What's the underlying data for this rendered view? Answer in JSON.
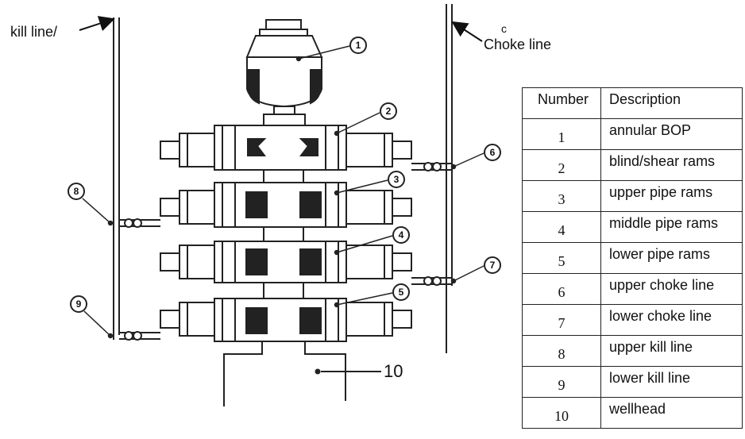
{
  "labels": {
    "kill_line": "kill line/",
    "choke_c": "c",
    "choke_line": "Choke line",
    "wellhead_number": "10"
  },
  "callouts": [
    "1",
    "2",
    "3",
    "4",
    "5",
    "6",
    "7",
    "8",
    "9"
  ],
  "legend": {
    "headers": {
      "number": "Number",
      "description": "Description"
    },
    "rows": [
      {
        "number": "1",
        "description": "annular BOP"
      },
      {
        "number": "2",
        "description": "blind/shear rams"
      },
      {
        "number": "3",
        "description": "upper pipe rams"
      },
      {
        "number": "4",
        "description": "middle pipe rams"
      },
      {
        "number": "5",
        "description": "lower pipe rams"
      },
      {
        "number": "6",
        "description": "upper choke line"
      },
      {
        "number": "7",
        "description": "lower choke line"
      },
      {
        "number": "8",
        "description": "upper kill line"
      },
      {
        "number": "9",
        "description": "lower kill line"
      },
      {
        "number": "10",
        "description": "wellhead"
      }
    ]
  }
}
